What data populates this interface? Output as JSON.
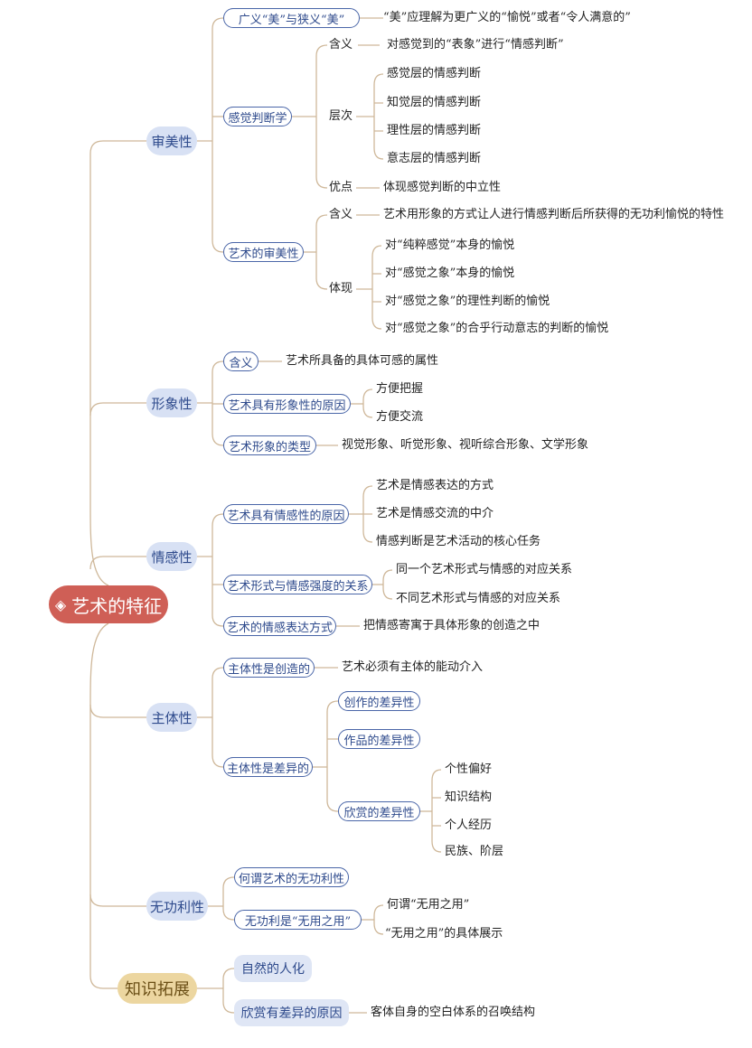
{
  "root": {
    "label": "艺术的特征",
    "icon": "diamond-icon"
  },
  "colors": {
    "root": "#cf5f56",
    "branch": "#d8e1f4",
    "extension": "#ecd6a0",
    "link": "#cfb89a",
    "node_border": "#4a66a8"
  },
  "branches": {
    "aesthetic": {
      "label": "审美性",
      "broad_narrow": {
        "label": "广义“美”与狭义“美”",
        "text": "“美”应理解为更广义的“愉悦”或者“令人满意的”"
      },
      "sense_judgment": {
        "label": "感觉判断学",
        "meaning_label": "含义",
        "meaning_text": "对感觉到的“表象”进行“情感判断”",
        "levels_label": "层次",
        "levels": [
          "感觉层的情感判断",
          "知觉层的情感判断",
          "理性层的情感判断",
          "意志层的情感判断"
        ],
        "merit_label": "优点",
        "merit_text": "体现感觉判断的中立性"
      },
      "art_aesthetic": {
        "label": "艺术的审美性",
        "meaning_label": "含义",
        "meaning_text": "艺术用形象的方式让人进行情感判断后所获得的无功利愉悦的特性",
        "embody_label": "体现",
        "embody": [
          "对“纯粹感觉”本身的愉悦",
          "对“感觉之象”本身的愉悦",
          "对“感觉之象”的理性判断的愉悦",
          "对“感觉之象”的合乎行动意志的判断的愉悦"
        ]
      }
    },
    "imagery": {
      "label": "形象性",
      "meaning": {
        "label": "含义",
        "text": "艺术所具备的具体可感的属性"
      },
      "reasons": {
        "label": "艺术具有形象性的原因",
        "items": [
          "方便把握",
          "方便交流"
        ]
      },
      "types": {
        "label": "艺术形象的类型",
        "text": "视觉形象、听觉形象、视听综合形象、文学形象"
      }
    },
    "emotion": {
      "label": "情感性",
      "reasons": {
        "label": "艺术具有情感性的原因",
        "items": [
          "艺术是情感表达的方式",
          "艺术是情感交流的中介",
          "情感判断是艺术活动的核心任务"
        ]
      },
      "relation": {
        "label": "艺术形式与情感强度的关系",
        "items": [
          "同一个艺术形式与情感的对应关系",
          "不同艺术形式与情感的对应关系"
        ]
      },
      "expression": {
        "label": "艺术的情感表达方式",
        "text": "把情感寄寓于具体形象的创造之中"
      }
    },
    "subjectivity": {
      "label": "主体性",
      "creative": {
        "label": "主体性是创造的",
        "text": "艺术必须有主体的能动介入"
      },
      "different": {
        "label": "主体性是差异的",
        "creation": "创作的差异性",
        "work": "作品的差异性",
        "appreciation": {
          "label": "欣赏的差异性",
          "items": [
            "个性偏好",
            "知识结构",
            "个人经历",
            "民族、阶层"
          ]
        }
      }
    },
    "utility": {
      "label": "无功利性",
      "what": "何谓艺术的无功利性",
      "useless": {
        "label": "无功利是“无用之用”",
        "items": [
          "何谓“无用之用”",
          "“无用之用”的具体展示"
        ]
      }
    },
    "extension": {
      "label": "知识拓展",
      "natural": "自然的人化",
      "difference": {
        "label": "欣赏有差异的原因",
        "text": "客体自身的空白体系的召唤结构"
      }
    }
  }
}
